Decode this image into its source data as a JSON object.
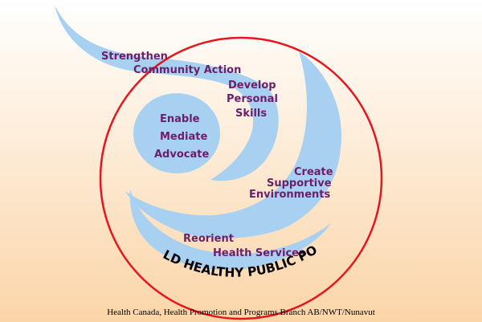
{
  "diagram": {
    "labels": {
      "strengthen": "Strengthen",
      "community_action": "Community Action",
      "develop": "Develop",
      "personal": "Personal",
      "skills": "Skills",
      "enable": "Enable",
      "mediate": "Mediate",
      "advocate": "Advocate",
      "create": "Create",
      "supportive": "Supportive",
      "environments": "Environments",
      "reorient": "Reorient",
      "health_services": "Health Services"
    },
    "ring_text": "BUILD HEALTHY PUBLIC POLICY"
  },
  "footer": {
    "credit": "Health Canada, Health Promotion and Programs Branch AB/NWT/Nunavut"
  },
  "colors": {
    "background_top": "#ffffff",
    "background_bottom": "#fbd5a8",
    "swirl": "#a8d0f0",
    "ring": "#e8151d",
    "label_text": "#6b1f6b"
  }
}
